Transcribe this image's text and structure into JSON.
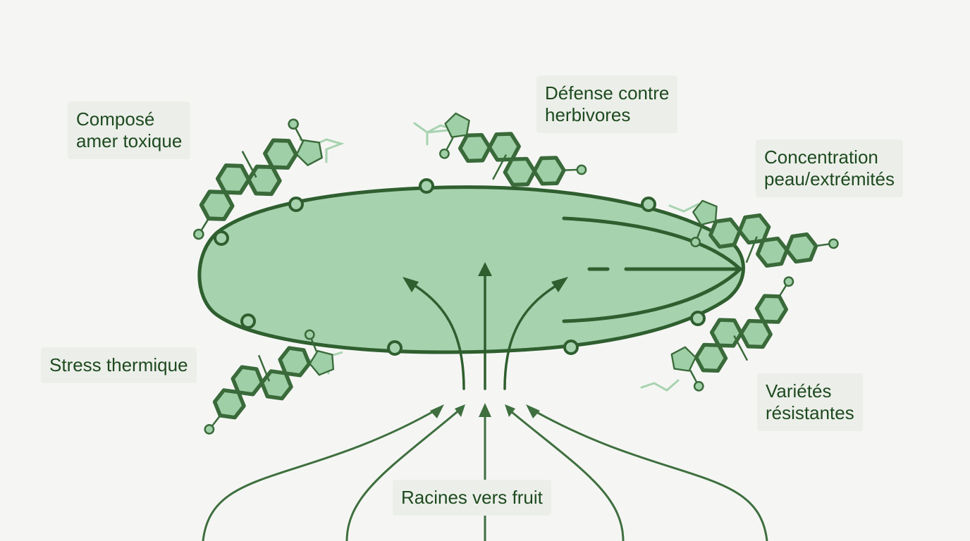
{
  "colors": {
    "background": "#f5f6f4",
    "label_bg": "#ecefe9",
    "label_text": "#1e4a20",
    "stroke_dark": "#2f5f2f",
    "fruit_fill": "#a6d2ae",
    "molecule_fill": "#9fcfa6",
    "molecule_stroke": "#3a6a3a",
    "sidechain_light": "#a8d3b0",
    "arrow": "#3f6f3f"
  },
  "icons": [
    "fruit-body",
    "steroid-molecule",
    "sap-flow-arrow"
  ],
  "labels": {
    "bitter_compound": [
      "Composé",
      "amer toxique"
    ],
    "herbivore_defense": [
      "Défense contre",
      "herbivores"
    ],
    "skin_concentration": [
      "Concentration",
      "peau/extrémités"
    ],
    "thermal_stress": "Stress thermique",
    "resistant_varieties": [
      "Variétés",
      "résistantes"
    ],
    "roots_to_fruit": "Racines vers fruit"
  }
}
